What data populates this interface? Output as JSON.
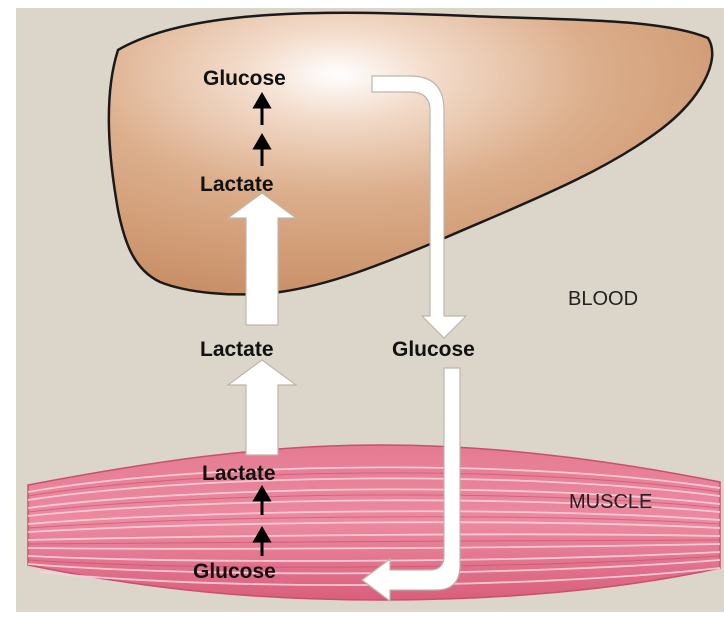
{
  "labels": {
    "liver_glucose": "Glucose",
    "liver_lactate": "Lactate",
    "blood_lactate": "Lactate",
    "blood_glucose": "Glucose",
    "muscle_lactate": "Lactate",
    "muscle_glucose": "Glucose"
  },
  "regions": {
    "blood": "BLOOD",
    "muscle": "MUSCLE"
  },
  "colors": {
    "background": "#dcd5c9",
    "liver": "#d7a47f",
    "muscle": "#e6708c",
    "arrow_fill": "#ffffff"
  }
}
